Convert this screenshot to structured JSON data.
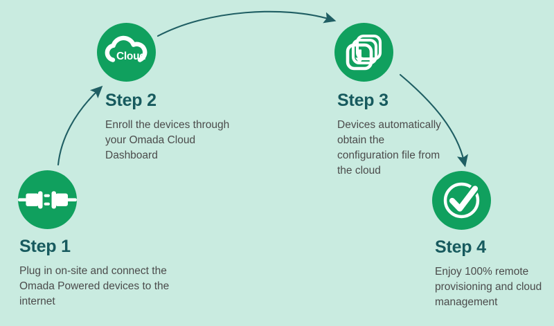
{
  "theme": {
    "background": "#c9ebe0",
    "badge_green": "#10a05e",
    "title_color": "#175a5e",
    "body_color": "#4b4b4b",
    "arrow_color": "#1f5e63",
    "icon_color": "#ffffff"
  },
  "diagram": {
    "type": "process-flow",
    "step_count": 4,
    "steps": [
      {
        "id": "step-1",
        "title": "Step 1",
        "description": "Plug in on-site and connect the Omada Powered devices to the internet",
        "icon": "plug-connector-icon"
      },
      {
        "id": "step-2",
        "title": "Step 2",
        "description": "Enroll the devices through your Omada Cloud Dashboard",
        "icon": "cloud-icon",
        "icon_label": "Cloud"
      },
      {
        "id": "step-3",
        "title": "Step 3",
        "description": "Devices automatically obtain the configuration file from the cloud",
        "icon": "download-stack-icon"
      },
      {
        "id": "step-4",
        "title": "Step 4",
        "description": "Enjoy 100% remote provisioning and cloud management",
        "icon": "check-circle-icon"
      }
    ],
    "connectors": [
      {
        "id": "arrow-step1-step2",
        "from": "step-1",
        "to": "step-2",
        "direction": "up-right"
      },
      {
        "id": "arrow-step2-step3",
        "from": "step-2",
        "to": "step-3",
        "direction": "right"
      },
      {
        "id": "arrow-step3-step4",
        "from": "step-3",
        "to": "step-4",
        "direction": "down-right"
      }
    ]
  }
}
